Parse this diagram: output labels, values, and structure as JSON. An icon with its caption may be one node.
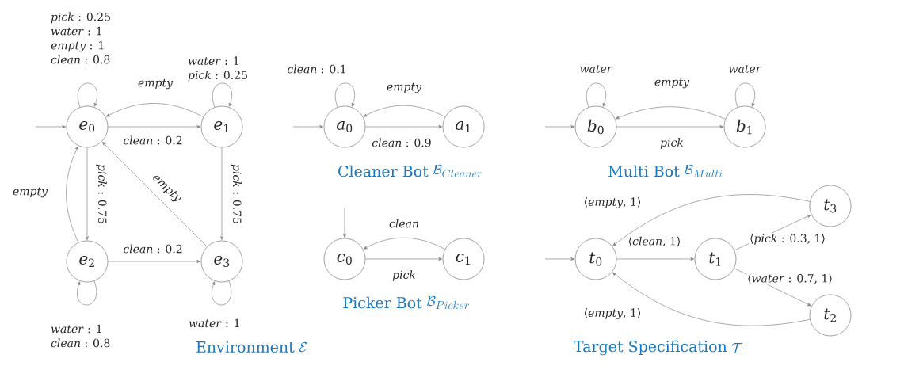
{
  "diagram": {
    "nodes": [
      {
        "text": [
          "*e*$_{0}$"
        ]
      },
      {
        "text": [
          "*e*$_{1}$"
        ]
      },
      {
        "text": [
          "*e*$_{2}$"
        ]
      },
      {
        "text": [
          "*e*$_{3}$"
        ]
      },
      {
        "text": [
          "*a*$_{0}$"
        ]
      },
      {
        "text": [
          "*a*$_{1}$"
        ]
      },
      {
        "text": [
          "*c*$_{0}$"
        ]
      },
      {
        "text": [
          "*c*$_{1}$"
        ]
      },
      {
        "text": [
          "*b*$_{0}$"
        ]
      },
      {
        "text": [
          "*b*$_{1}$"
        ]
      },
      {
        "text": [
          "*t*$_{0}$"
        ]
      },
      {
        "text": [
          "*t*$_{1}$"
        ]
      },
      {
        "text": [
          "*t*$_{3}$"
        ]
      },
      {
        "text": [
          "*t*$_{2}$"
        ]
      }
    ],
    "edges": [
      {
        "from": null,
        "to": 0,
        "arrow": "to"
      },
      {
        "from": 0,
        "to": 0,
        "arrow": "to",
        "label": "*pick* : 0.25 *water* : 1 *empty* : 1 *clean* : 0.8"
      },
      {
        "from": 1,
        "to": 1,
        "arrow": "to",
        "label": "*water* : 1 *pick* : 0.25"
      },
      {
        "from": 1,
        "to": 0,
        "arrow": "to",
        "label": "empty"
      },
      {
        "from": 0,
        "to": 1,
        "arrow": "to",
        "label": "*clean* : 0.2"
      },
      {
        "from": 2,
        "to": 0,
        "arrow": "to",
        "label": "empty"
      },
      {
        "from": 0,
        "to": 2,
        "arrow": "to",
        "label": "*pick* : 0.75"
      },
      {
        "from": 3,
        "to": 0,
        "arrow": "to",
        "label": "empty"
      },
      {
        "from": 1,
        "to": 3,
        "arrow": "to",
        "label": "*pick* : 0.75"
      },
      {
        "from": 2,
        "to": 3,
        "arrow": "to",
        "label": "*clean* : 0.2"
      },
      {
        "from": 2,
        "to": 2,
        "arrow": "to",
        "label": "*water* : 1 *clean* : 0.8"
      },
      {
        "from": 3,
        "to": 3,
        "arrow": "to",
        "label": "*water* : 1"
      },
      {
        "from": null,
        "to": 4,
        "arrow": "to"
      },
      {
        "from": 4,
        "to": 4,
        "arrow": "to",
        "label": "*clean* : 0.1"
      },
      {
        "from": 5,
        "to": 4,
        "arrow": "to",
        "label": "empty"
      },
      {
        "from": 4,
        "to": 5,
        "arrow": "to",
        "label": "*clean* : 0.9"
      },
      {
        "from": null,
        "to": 6,
        "arrow": "to"
      },
      {
        "from": 7,
        "to": 6,
        "arrow": "to",
        "label": "clean"
      },
      {
        "from": 6,
        "to": 7,
        "arrow": "to",
        "label": "pick"
      },
      {
        "from": null,
        "to": 8,
        "arrow": "to"
      },
      {
        "from": 8,
        "to": 8,
        "arrow": "to",
        "label": "water"
      },
      {
        "from": 9,
        "to": 9,
        "arrow": "to",
        "label": "water"
      },
      {
        "from": 9,
        "to": 8,
        "arrow": "to",
        "label": "empty"
      },
      {
        "from": 8,
        "to": 9,
        "arrow": "to",
        "label": "pick"
      },
      {
        "from": null,
        "to": 10,
        "arrow": "to"
      },
      {
        "from": 12,
        "to": 10,
        "arrow": "to",
        "label": "⟨*empty*, 1⟩"
      },
      {
        "from": 10,
        "to": 11,
        "arrow": "to",
        "label": "⟨*clean*, 1⟩"
      },
      {
        "from": 11,
        "to": 12,
        "arrow": "to",
        "label": "⟨*pick* : 0.3, 1⟩"
      },
      {
        "from": 11,
        "to": 13,
        "arrow": "to",
        "label": "⟨*water* : 0.7, 1⟩"
      },
      {
        "from": 13,
        "to": 10,
        "arrow": "to",
        "label": "⟨*empty*, 1⟩"
      }
    ],
    "labels": [
      "Cleaner Bot",
      "\\mathcal{B}_{Cleaner}",
      "Multi Bot",
      "\\mathcal{B}_{Multi}",
      "Picker Bot",
      "\\mathcal{B}_{Picker}",
      "Environment",
      "\\mathcal{E}",
      "Target Specification",
      "\\mathcal{T}"
    ]
  }
}
